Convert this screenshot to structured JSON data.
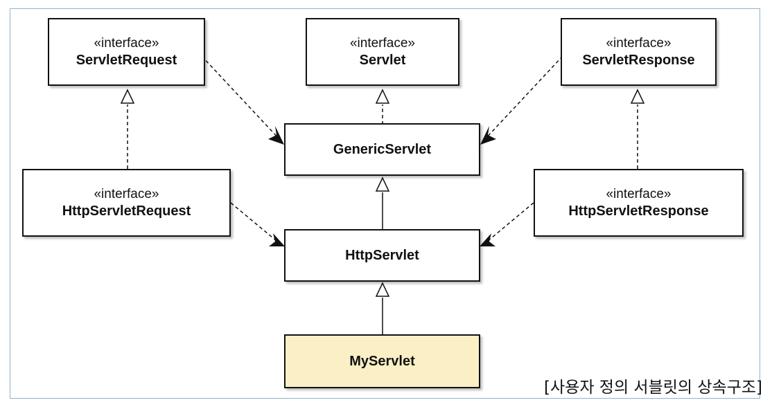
{
  "diagram": {
    "caption": "[사용자 정의 서블릿의 상속구조]",
    "stereotype_label": "«interface»",
    "colors": {
      "border": "#111111",
      "box_fill": "#ffffff",
      "user_class_fill": "#fbefc6",
      "frame_border": "#8fb3cc"
    },
    "nodes": {
      "servlet_request": {
        "stereotype": "«interface»",
        "name": "ServletRequest"
      },
      "servlet": {
        "stereotype": "«interface»",
        "name": "Servlet"
      },
      "servlet_response": {
        "stereotype": "«interface»",
        "name": "ServletResponse"
      },
      "generic_servlet": {
        "name": "GenericServlet"
      },
      "http_servlet_request": {
        "stereotype": "«interface»",
        "name": "HttpServletRequest"
      },
      "http_servlet_response": {
        "stereotype": "«interface»",
        "name": "HttpServletResponse"
      },
      "http_servlet": {
        "name": "HttpServlet"
      },
      "my_servlet": {
        "name": "MyServlet"
      }
    },
    "relations": [
      {
        "from": "http_servlet_request",
        "to": "servlet_request",
        "kind": "realization"
      },
      {
        "from": "generic_servlet",
        "to": "servlet",
        "kind": "realization"
      },
      {
        "from": "http_servlet_response",
        "to": "servlet_response",
        "kind": "realization"
      },
      {
        "from": "http_servlet",
        "to": "generic_servlet",
        "kind": "generalization"
      },
      {
        "from": "my_servlet",
        "to": "http_servlet",
        "kind": "generalization"
      },
      {
        "from": "servlet_request",
        "to": "generic_servlet",
        "kind": "dependency"
      },
      {
        "from": "servlet_response",
        "to": "generic_servlet",
        "kind": "dependency"
      },
      {
        "from": "http_servlet_request",
        "to": "http_servlet",
        "kind": "dependency"
      },
      {
        "from": "http_servlet_response",
        "to": "http_servlet",
        "kind": "dependency"
      }
    ]
  }
}
